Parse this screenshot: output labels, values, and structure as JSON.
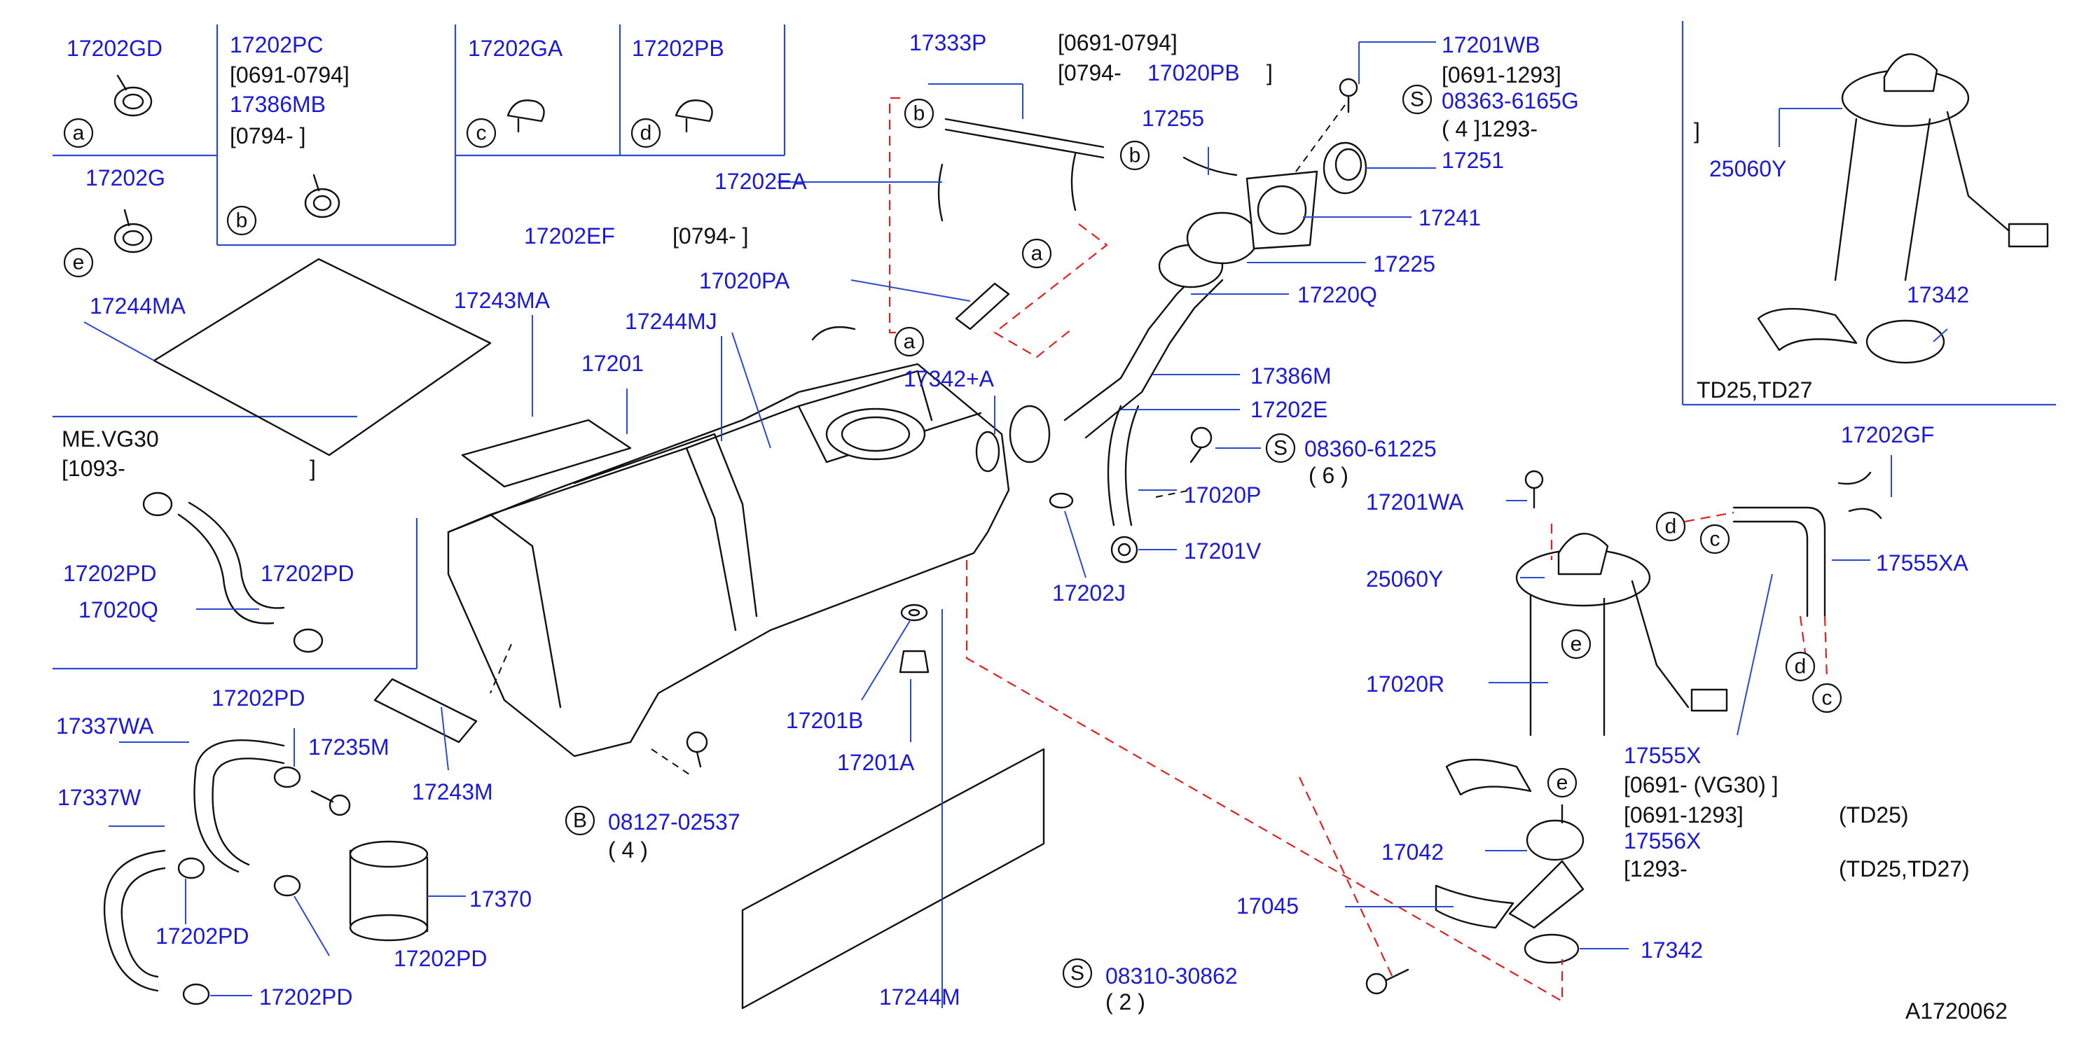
{
  "labels": {
    "17202GD": "17202GD",
    "17202PC": "17202PC",
    "17202PC_date": "[0691-0794]",
    "17386MB": "17386MB",
    "17386MB_date": "[0794-              ]",
    "17202GA": "17202GA",
    "17202PB": "17202PB",
    "17202G": "17202G",
    "17333P": "17333P",
    "17333P_date1": "[0691-0794]",
    "17333P_date2": "[0794-",
    "17020PB": "17020PB",
    "bracket_close": "]",
    "17201WB": "17201WB",
    "17201WB_date": "[0691-1293]",
    "08363-6165G": "08363-6165G",
    "08363_qty": "( 4  ]1293-",
    "17255": "17255",
    "17251": "17251",
    "17241": "17241",
    "17225": "17225",
    "17220Q": "17220Q",
    "17202EA": "17202EA",
    "17202EF": "17202EF",
    "17202EF_date": "[0794-              ]",
    "17020PA": "17020PA",
    "17244MA": "17244MA",
    "17243MA": "17243MA",
    "17244MJ": "17244MJ",
    "17201": "17201",
    "17342A": "17342+A",
    "17386M": "17386M",
    "17202E": "17202E",
    "08360-61225": "08360-61225",
    "08360_qty": "( 6  )",
    "17020P": "17020P",
    "17201V": "17201V",
    "17202J": "17202J",
    "17201B": "17201B",
    "17201A": "17201A",
    "08127-02537": "08127-02537",
    "08127_qty": "( 4  )",
    "mevg30": "ME.VG30",
    "mevg30_date": "[1093-",
    "17202PD": "17202PD",
    "17020Q": "17020Q",
    "17337WA": "17337WA",
    "17235M": "17235M",
    "17337W": "17337W",
    "17243M": "17243M",
    "17370": "17370",
    "17244M": "17244M",
    "08310-30862": "08310-30862",
    "08310_qty": "( 2  )",
    "25060Y": "25060Y",
    "17342": "17342",
    "td2527": "TD25,TD27",
    "17202GF": "17202GF",
    "17201WA": "17201WA",
    "17555XA": "17555XA",
    "17020R": "17020R",
    "17555X": "17555X",
    "17555X_date": "[0691-  (VG30)  ]",
    "17555X_date2": "[0691-1293]",
    "td25": "(TD25)",
    "17556X": "17556X",
    "17556X_date": "[1293-",
    "td2527b": "(TD25,TD27)",
    "17042": "17042",
    "17045": "17045",
    "diagram_id": "A1720062"
  },
  "callouts": {
    "a": "a",
    "b": "b",
    "c": "c",
    "d": "d",
    "e": "e",
    "S": "S",
    "B": "B"
  },
  "colors": {
    "part_number": "#1a1ad6",
    "leader": "#2a4bd1",
    "dashed_link": "#e02020",
    "outline": "#111111"
  }
}
